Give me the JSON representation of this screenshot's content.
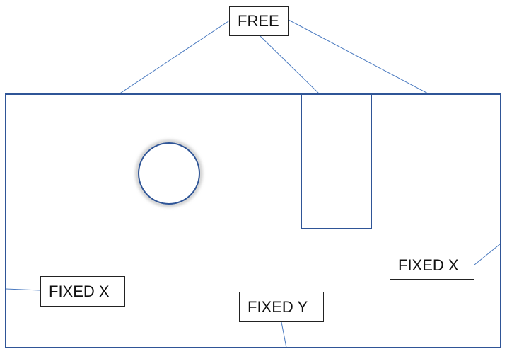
{
  "labels": {
    "free": "FREE",
    "fixed_x_left": "FIXED X",
    "fixed_x_right": "FIXED X",
    "fixed_y": "FIXED Y"
  },
  "colors": {
    "outline": "#2f5597",
    "leader_line": "#4a7ac0",
    "label_border": "#222222",
    "circle_shadow": "#bfbfbf"
  }
}
